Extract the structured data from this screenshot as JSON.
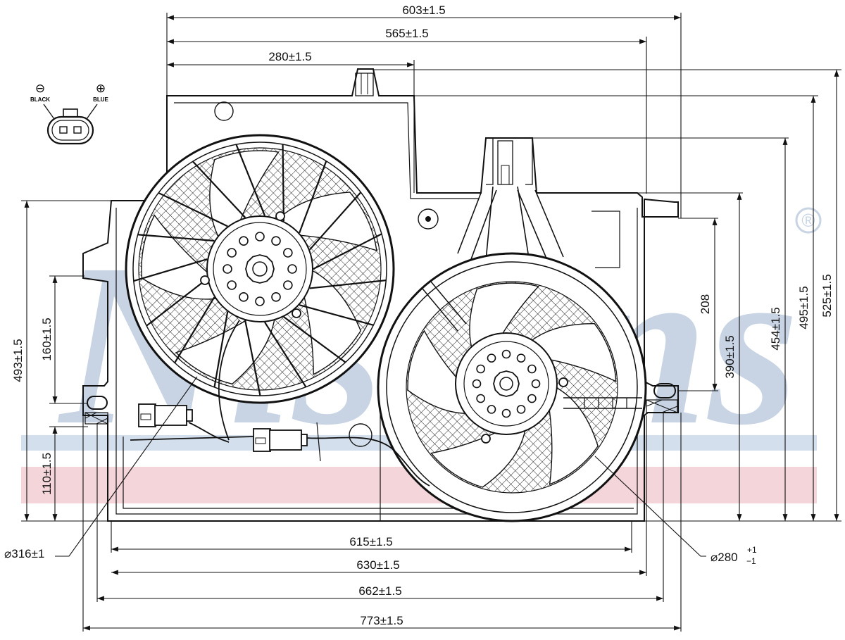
{
  "watermark": {
    "text": "Nissens",
    "registered": "®",
    "color": "#c8d4e4",
    "band_blue": "#d3dfec",
    "band_pink": "#f3d5da"
  },
  "connector": {
    "minus_symbol": "⊖",
    "plus_symbol": "⊕",
    "minus_label": "BLACK",
    "plus_label": "BLUE"
  },
  "dimensions": {
    "top_603": "603±1.5",
    "top_565": "565±1.5",
    "top_280": "280±1.5",
    "right_525": "525±1.5",
    "right_495": "495±1.5",
    "right_454": "454±1.5",
    "right_390": "390±1.5",
    "right_208": "208",
    "left_493": "493±1.5",
    "left_160": "160±1.5",
    "left_110": "110±1.5",
    "bottom_615": "615±1.5",
    "bottom_630": "630±1.5",
    "bottom_662": "662±1.5",
    "bottom_773": "773±1.5",
    "fan_left_diameter": "⌀316±1",
    "fan_right_diameter": "⌀280",
    "fan_right_tol_plus": "+1",
    "fan_right_tol_minus": "−1"
  }
}
